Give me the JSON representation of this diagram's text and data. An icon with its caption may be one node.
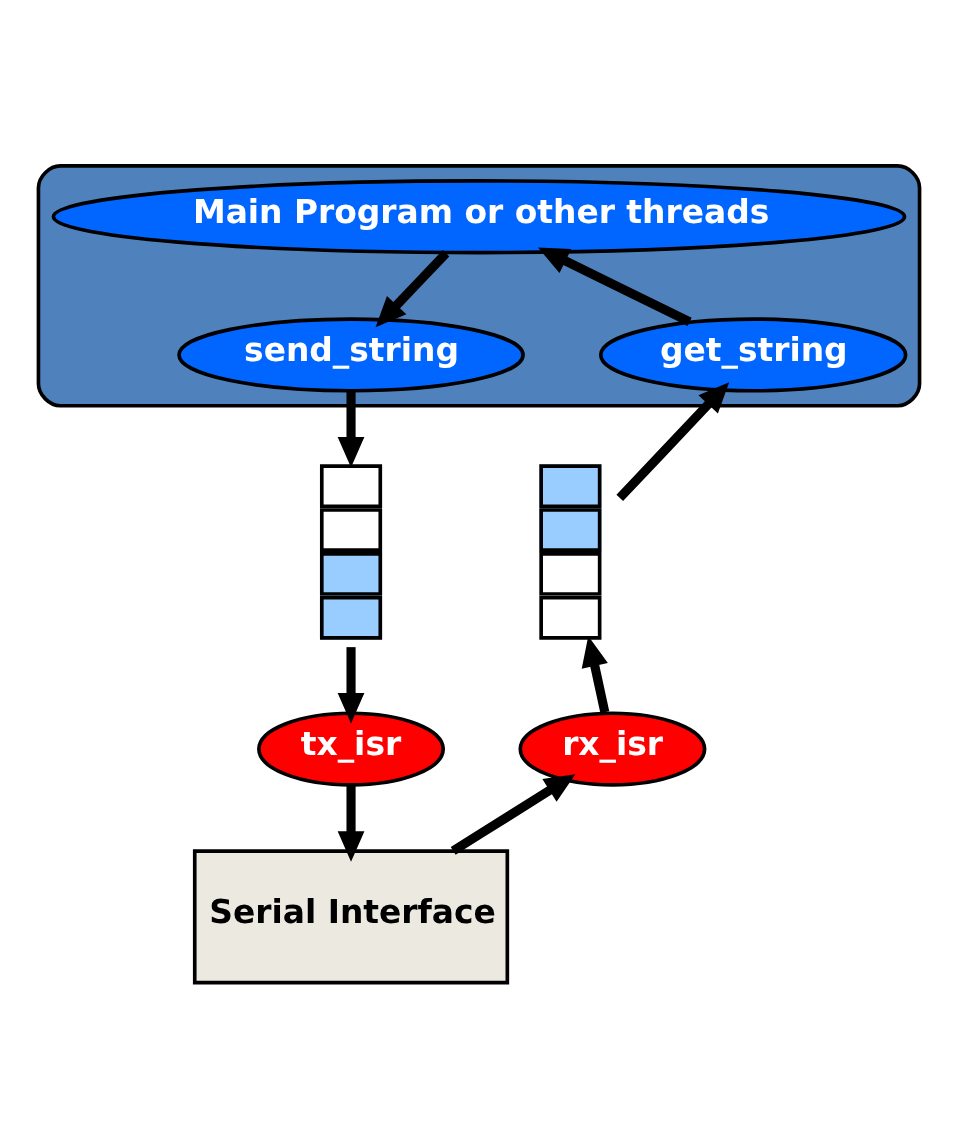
{
  "diagram": {
    "nodes": [
      {
        "text": [],
        "shape": "ellipse"
      },
      {
        "text": [
          "Main Program or other threads"
        ],
        "in": 0
      },
      {
        "text": [
          "send_string"
        ],
        "in": 0
      },
      {
        "text": [
          "get_string"
        ],
        "in": 0
      },
      {
        "text": [],
        "shape": "box"
      },
      {
        "text": [],
        "shape": "box"
      },
      {
        "text": [
          "tx_isr"
        ]
      },
      {
        "text": [
          "rx_isr"
        ]
      },
      {
        "text": [
          "Serial Interface"
        ]
      }
    ],
    "edges": [
      {
        "from": 1,
        "to": 2,
        "arrow": "to"
      },
      {
        "from": 3,
        "to": 1,
        "arrow": "to"
      },
      {
        "from": 2,
        "to": 4,
        "arrow": "to"
      },
      {
        "from": 4,
        "to": 6,
        "arrow": "to"
      },
      {
        "from": 6,
        "to": 8,
        "arrow": "to"
      },
      {
        "from": 8,
        "to": 7,
        "arrow": "to"
      },
      {
        "from": 7,
        "to": 5,
        "arrow": "to"
      },
      {
        "from": 5,
        "to": 3,
        "arrow": "to"
      }
    ]
  }
}
